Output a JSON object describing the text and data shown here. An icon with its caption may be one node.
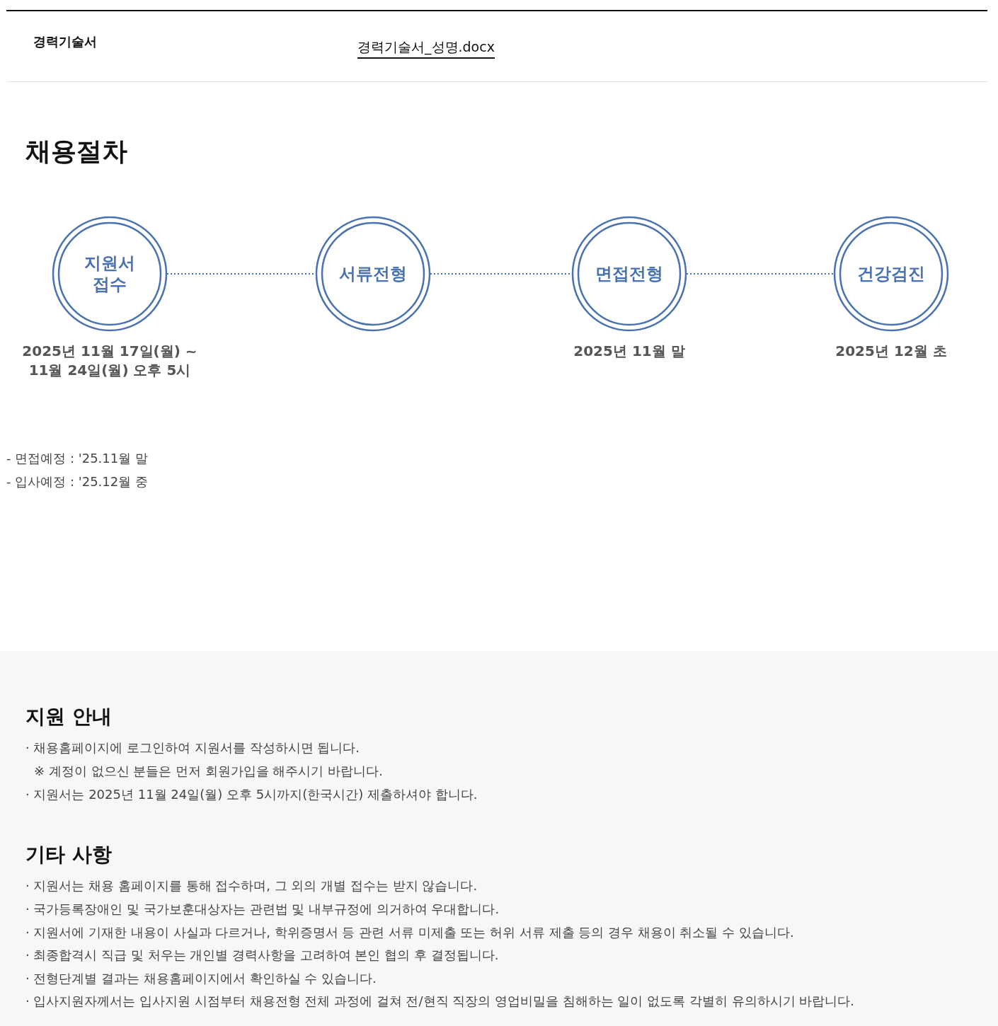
{
  "diagram": {
    "title": "채용절차",
    "nodes": [
      {
        "text": [
          "지원서 접수"
        ],
        "beside": [
          "2025년 11월 17일(월) ~ 11월 24일(월) 오후 5시"
        ]
      },
      {
        "text": [
          "서류전형"
        ]
      },
      {
        "text": [
          "면접전형"
        ],
        "beside": [
          "2025년 11월 말"
        ]
      },
      {
        "text": [
          "건강검진"
        ],
        "beside": [
          "2025년 12월 초"
        ]
      }
    ],
    "edges": [
      {
        "from": 0,
        "to": 1,
        "arrow": "none",
        "style": "dashed"
      },
      {
        "from": 1,
        "to": 2,
        "arrow": "none",
        "style": "dashed"
      },
      {
        "from": 2,
        "to": 3,
        "arrow": "none",
        "style": "dashed"
      }
    ],
    "labels": [
      "경력기술서",
      "경력기술서_성명.docx",
      "- 면접예정 : '25.11월 말",
      "- 입사예정 : '25.12월 중",
      "지원 안내",
      "· 채용홈페이지에 로그인하여 지원서를 작성하시면 됩니다.",
      "※ 계정이 없으신 분들은 먼저 회원가입을 해주시기 바랍니다.",
      "· 지원서는 2025년 11월 24일(월) 오후 5시까지(한국시간) 제출하셔야 합니다.",
      "기타 사항",
      "· 지원서는 채용 홈페이지를 통해 접수하며, 그 외의 개별 접수는 받지 않습니다.",
      "· 국가등록장애인 및 국가보훈대상자는 관련법 및 내부규정에 의거하여 우대합니다.",
      "· 지원서에 기재한 내용이 사실과 다르거나, 학위증명서 등 관련 서류 미제출 또는 허위 서류 제출 등의 경우 채용이 취소될 수 있습니다.",
      "· 최종합격시 직급 및 처우는 개인별 경력사항을 고려하여 본인 협의 후 결정됩니다.",
      "· 전형단계별 결과는 채용홈페이지에서 확인하실 수 있습니다.",
      "· 입사지원자께서는 입사지원 시점부터 채용전형 전체 과정에 걸쳐 전/현직 직장의 영업비밀을 침해하는 일이 없도록 각별히 유의하시기 바랍니다."
    ]
  }
}
